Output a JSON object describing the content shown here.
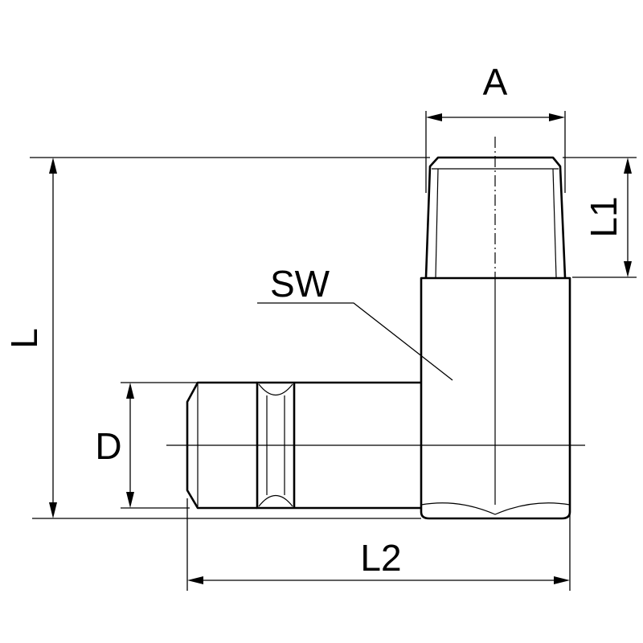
{
  "labels": {
    "a": "A",
    "l1": "L1",
    "sw": "SW",
    "l": "L",
    "d": "D",
    "l2": "L2"
  },
  "colors": {
    "line": "#000000",
    "background": "#ffffff"
  }
}
